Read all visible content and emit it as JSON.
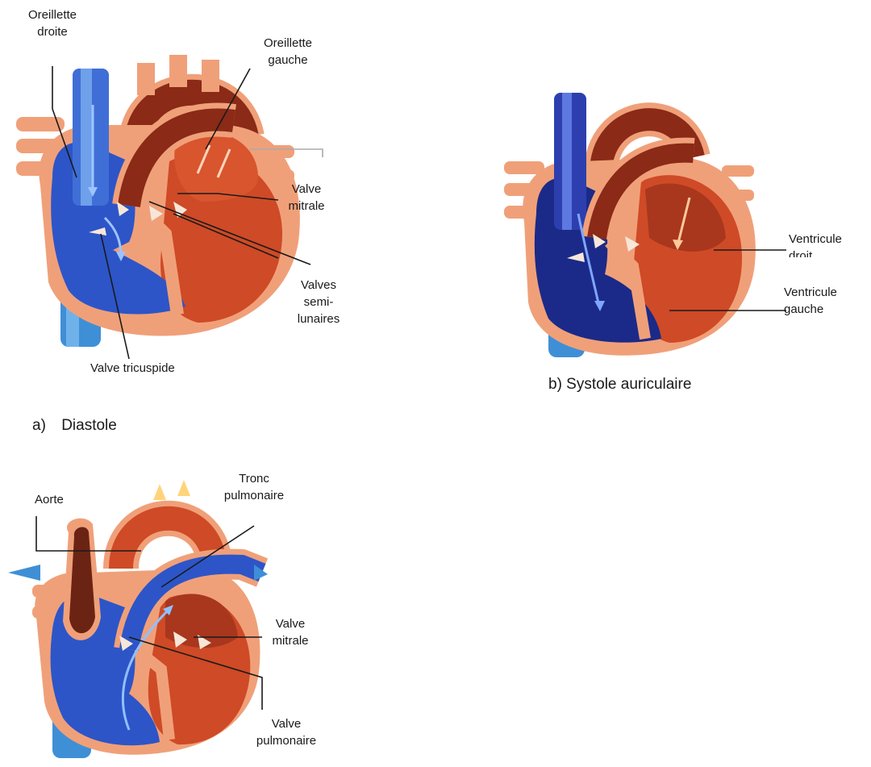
{
  "colors": {
    "outer": "#f0a079",
    "muscle": "#cf4a26",
    "deep": "#8a2a17",
    "dark": "#5e1d10",
    "blue": "#2d55c8",
    "blueDark": "#1b2a88",
    "vessel": "#3f8fd6",
    "valve": "#f6e7d8",
    "line": "#1a1a1a"
  },
  "panel_a": {
    "caption_letter": "a)",
    "caption_text": "Diastole",
    "labels": {
      "oreillette_droite": [
        "Oreillette",
        "droite"
      ],
      "oreillette_gauche": [
        "Oreillette",
        "gauche"
      ],
      "valve_mitrale": [
        "Valve",
        "mitrale"
      ],
      "valves_semilunaires": [
        "Valves",
        "semi-",
        "lunaires"
      ],
      "valve_tricuspide": "Valve tricuspide"
    }
  },
  "panel_b": {
    "caption": "b) Systole auriculaire",
    "labels": {
      "ventricule_droit": [
        "Ventricule",
        "droit"
      ],
      "ventricule_gauche": [
        "Ventricule",
        "gauche"
      ]
    }
  },
  "panel_c": {
    "labels": {
      "aorte": "Aorte",
      "tronc_pulmonaire": [
        "Tronc",
        "pulmonaire"
      ],
      "valve_mitrale": [
        "Valve",
        "mitrale"
      ],
      "valve_pulmonaire": [
        "Valve",
        "pulmonaire"
      ]
    }
  }
}
